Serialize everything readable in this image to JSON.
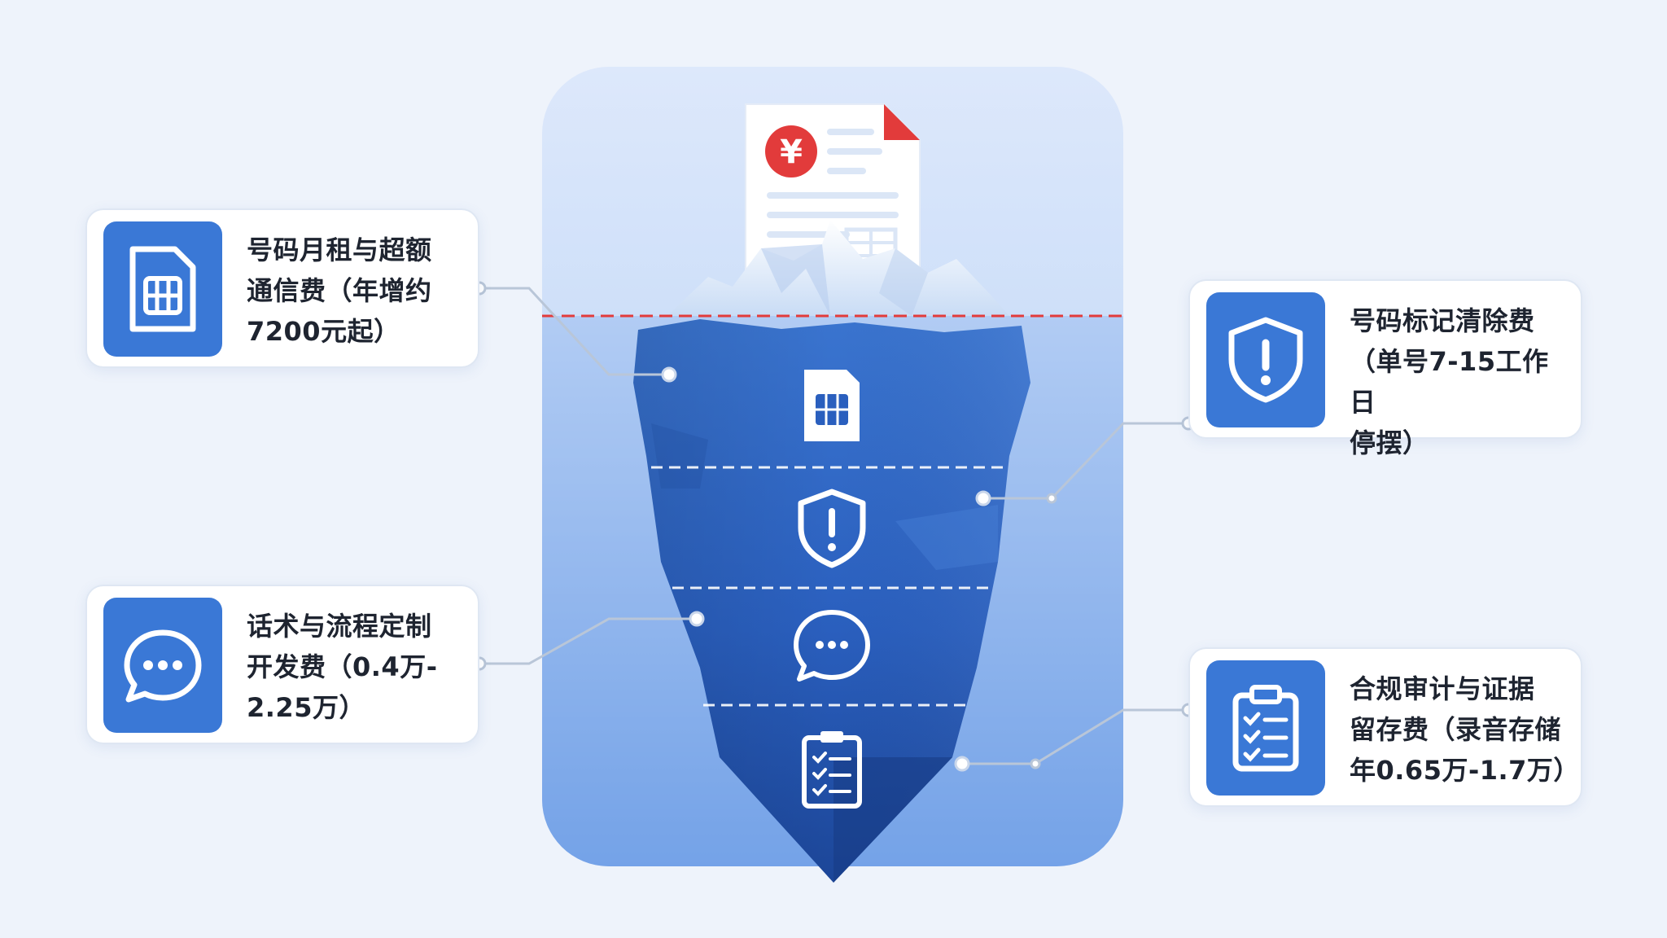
{
  "colors": {
    "background": "#eef3fb",
    "panel": "#d9e6fb",
    "accent": "#3a78d6",
    "iceberg_dark": "#1f4fa8",
    "waterline": "#e23b3b",
    "yen": "#e23b3b"
  },
  "document": {
    "icon": "yen-invoice-icon",
    "symbol": "¥"
  },
  "layers": [
    {
      "icon": "sim-card-icon"
    },
    {
      "icon": "shield-alert-icon"
    },
    {
      "icon": "chat-bubble-icon"
    },
    {
      "icon": "clipboard-checklist-icon"
    }
  ],
  "cards": {
    "left_top": {
      "icon": "sim-card-icon",
      "text": "号码月租与超额\n通信费（年增约\n7200元起）"
    },
    "left_bottom": {
      "icon": "chat-bubble-icon",
      "text": "话术与流程定制\n开发费（0.4万-\n2.25万）"
    },
    "right_top": {
      "icon": "shield-alert-icon",
      "text": "号码标记清除费\n（单号7-15工作日\n停摆）"
    },
    "right_bottom": {
      "icon": "clipboard-checklist-icon",
      "text": "合规审计与证据\n留存费（录音存储\n年0.65万-1.7万）"
    }
  }
}
